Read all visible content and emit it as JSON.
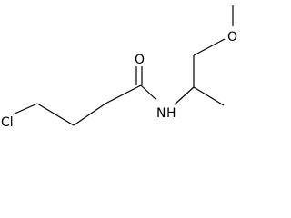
{
  "molecule": {
    "atoms": {
      "chlorine": "Cl",
      "carbonyl_oxygen": "O",
      "amide_nitrogen": "N",
      "amide_hydrogen": "H",
      "ether_oxygen": "O"
    },
    "bond_color": "#000000",
    "label_color": "#000000",
    "background": "#ffffff"
  }
}
